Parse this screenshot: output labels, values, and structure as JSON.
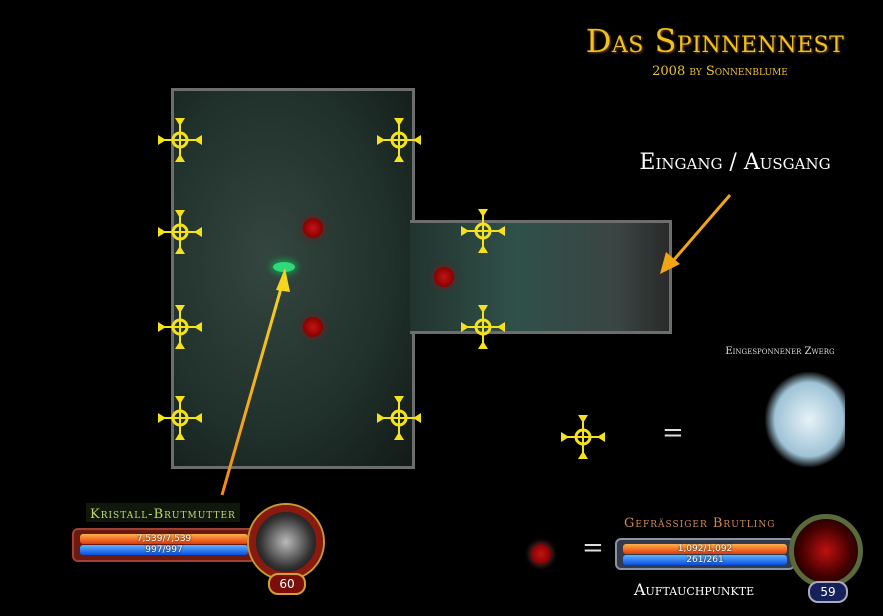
{
  "header": {
    "title": "Das Spinnennest",
    "subtitle": "2008 by Sonnenblume"
  },
  "map": {
    "entrance_label": "Eingang / Ausgang"
  },
  "legend": {
    "marker_equals": "=",
    "dwarf_label": "Eingesponnener Zwerg",
    "spawn_equals": "=",
    "spawn_label": "Auftauchpunkte"
  },
  "boss": {
    "name": "Kristall-Brutmutter",
    "morale": "7,539/7,539",
    "power": "997/997",
    "level": "60",
    "morale_fraction": 1.0,
    "power_fraction": 1.0
  },
  "spawn_mob": {
    "name": "Gefrässiger Brutling",
    "morale": "1,092/1,092",
    "power": "261/261",
    "level": "59",
    "morale_fraction": 1.0,
    "power_fraction": 1.0
  },
  "colors": {
    "title": "#f2c21b",
    "marker": "#f5e21a",
    "spawn": "#b01010",
    "arrow_orange": "#f28a10",
    "arrow_yellow": "#f7d51b"
  }
}
